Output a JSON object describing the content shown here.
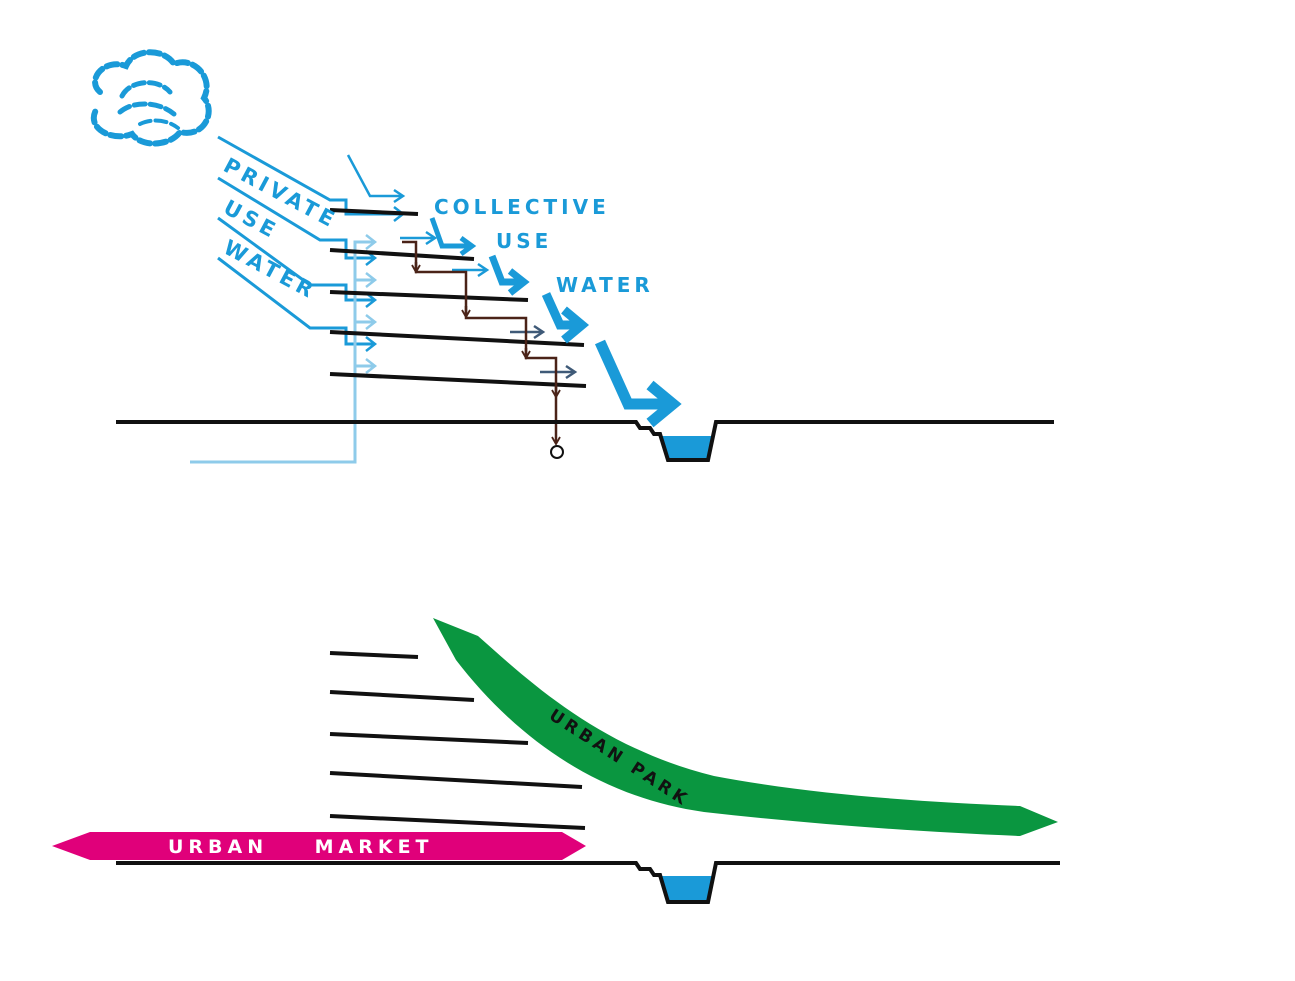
{
  "colors": {
    "cloud": "#1a9ad8",
    "private_water": "#1a9ad8",
    "collective_water": "#1a9ad8",
    "light_pipe": "#8ecbea",
    "brown_drain": "#4a2318",
    "slate_arrow": "#3f5a78",
    "channel_water": "#1a9ad8",
    "ground": "#111111",
    "urban_park": "#0a9640",
    "urban_market": "#e0007a",
    "background": "#ffffff"
  },
  "labels": {
    "private_line1": "PRIVATE",
    "private_line2": "USE",
    "private_line3": "WATER",
    "collective_line1": "COLLECTIVE",
    "collective_line2": "USE",
    "collective_line3": "WATER",
    "urban_park": "URBAN PARK",
    "urban_market": "URBAN    MARKET"
  },
  "icons": {
    "cloud": "rain-cloud-icon",
    "drain": "drain-outlet-icon"
  }
}
